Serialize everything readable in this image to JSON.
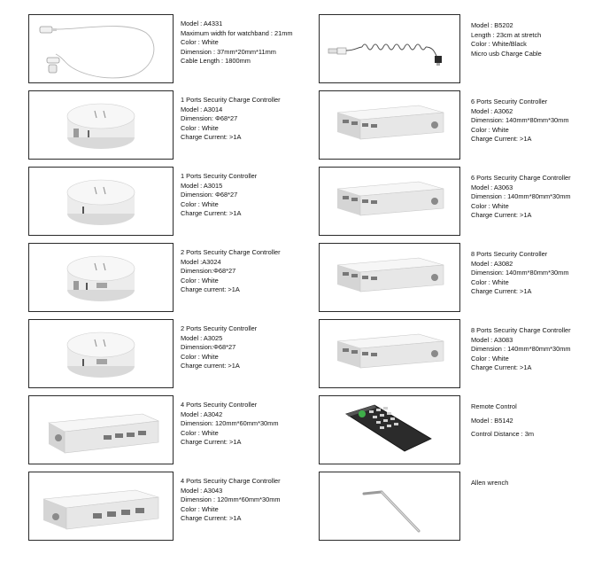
{
  "left": [
    {
      "product": "watchband-cable",
      "lines": [
        "Model : A4331",
        "Maximum width for watchband : 21mm",
        "Color : White",
        "Dimension : 37mm*20mm*11mm",
        "Cable Length : 1800mm"
      ]
    },
    {
      "product": "round-1port",
      "lines": [
        "1 Ports Security Charge Controller",
        "Model : A3014",
        "Dimension: Φ68*27",
        "Color : White",
        "Charge Current: >1A"
      ]
    },
    {
      "product": "round-1port",
      "lines": [
        "1 Ports Security Controller",
        "Model : A3015",
        "Dimension: Φ68*27",
        "Color : White",
        "Charge Current: >1A"
      ]
    },
    {
      "product": "round-2port",
      "lines": [
        "2 Ports Security Charge Controller",
        "Model :A3024",
        "Dimension:Φ68*27",
        "Color : White",
        "Charge current: >1A"
      ]
    },
    {
      "product": "round-2port",
      "lines": [
        "2 Ports Security Controller",
        "Model : A3025",
        "Dimension:Φ68*27",
        "Color : White",
        "Charge current: >1A"
      ]
    },
    {
      "product": "box-4port",
      "lines": [
        "4 Ports Security Controller",
        "Model : A3042",
        "Dimension: 120mm*60mm*30mm",
        "Color : White",
        "Charge Current: >1A"
      ]
    },
    {
      "product": "box-4port",
      "lines": [
        "4 Ports Security Charge Controller",
        "Model : A3043",
        "Dimension : 120mm*60mm*30mm",
        "Color : White",
        "Charge Current: >1A"
      ]
    }
  ],
  "right": [
    {
      "product": "micro-usb-cable",
      "lines": [
        "Model : B5202",
        "Length : 23cm at stretch",
        "Color : White/Black",
        "Micro usb Charge Cable"
      ]
    },
    {
      "product": "box-wide",
      "lines": [
        "6 Ports Security Controller",
        "Model : A3062",
        "Dimension: 140mm*80mm*30mm",
        "Color : White",
        "Charge Current: >1A"
      ]
    },
    {
      "product": "box-wide",
      "lines": [
        "6 Ports Security Charge Controller",
        "Model : A3063",
        "Dimension : 140mm*80mm*30mm",
        "Color : White",
        "Charge Current: >1A"
      ]
    },
    {
      "product": "box-wide",
      "lines": [
        "8 Ports Security Controller",
        "Model : A3082",
        "Dimension: 140mm*80mm*30mm",
        "Color : White",
        "Charge Current: >1A"
      ]
    },
    {
      "product": "box-wide",
      "lines": [
        "8 Ports Security Charge Controller",
        "Model : A3083",
        "Dimension : 140mm*80mm*30mm",
        "Color : White",
        "Charge Current: >1A"
      ]
    },
    {
      "product": "remote-control",
      "lines": [
        "Remote Control",
        "Model : B5142",
        "Control Distance : 3m"
      ]
    },
    {
      "product": "allen-wrench",
      "lines": [
        "Allen wrench"
      ]
    }
  ]
}
